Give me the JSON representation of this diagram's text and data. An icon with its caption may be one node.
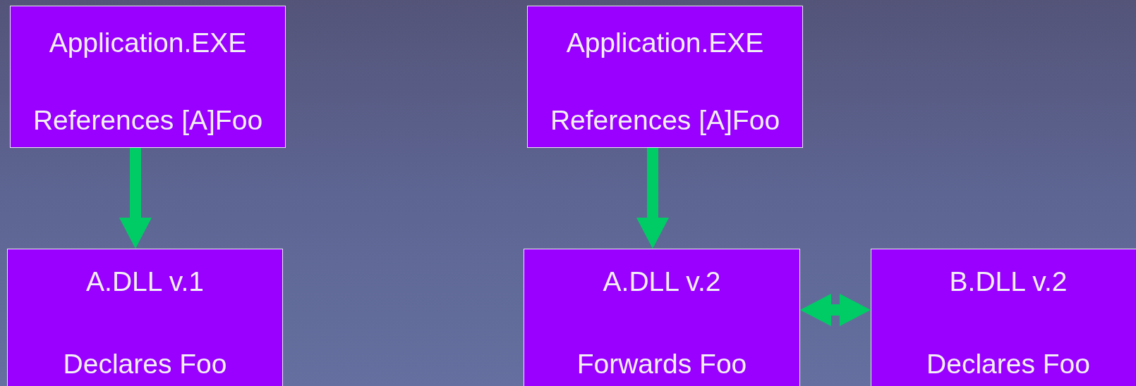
{
  "diagram": {
    "nodes": [
      {
        "text": [
          "Application.EXE",
          "References [A]Foo"
        ]
      },
      {
        "text": [
          "Application.EXE",
          "References [A]Foo"
        ]
      },
      {
        "text": [
          "A.DLL v.1",
          "Declares Foo"
        ]
      },
      {
        "text": [
          "A.DLL v.2",
          "Forwards Foo"
        ]
      },
      {
        "text": [
          "B.DLL v.2",
          "Declares Foo"
        ]
      }
    ],
    "edges": [
      {
        "from": 0,
        "to": 2,
        "arrow": "to"
      },
      {
        "from": 1,
        "to": 3,
        "arrow": "to"
      },
      {
        "from": 3,
        "to": 4,
        "arrow": "both"
      }
    ]
  }
}
